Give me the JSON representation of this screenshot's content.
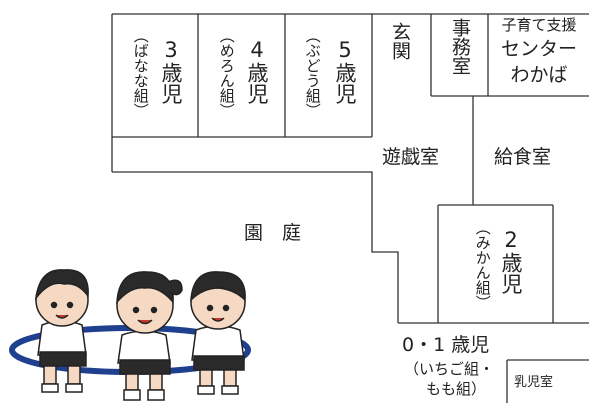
{
  "rooms": {
    "age3": {
      "name": "3歳児",
      "group": "（ばなな組）"
    },
    "age4": {
      "name": "4歳児",
      "group": "（めろん組）"
    },
    "age5": {
      "name": "5歳児",
      "group": "（ぶどう組）"
    },
    "entrance": "玄関",
    "office": "事務室",
    "support_center": [
      "子育て支援",
      "センター",
      "わかば"
    ],
    "playroom": "遊戯室",
    "kitchen": "給食室",
    "garden": "園　庭",
    "age2": {
      "name": "2歳児",
      "group": "（みかん組）"
    },
    "age01": {
      "name": "0・1 歳児",
      "group_line1": "（いちご組・",
      "group_line2": "もも組）"
    },
    "nursing": "乳児室"
  },
  "colors": {
    "line": "#333333",
    "hoop": "#1f3f8f",
    "skin": "#f6d9c2",
    "shirt": "#ffffff",
    "shorts": "#2a2a2a"
  }
}
